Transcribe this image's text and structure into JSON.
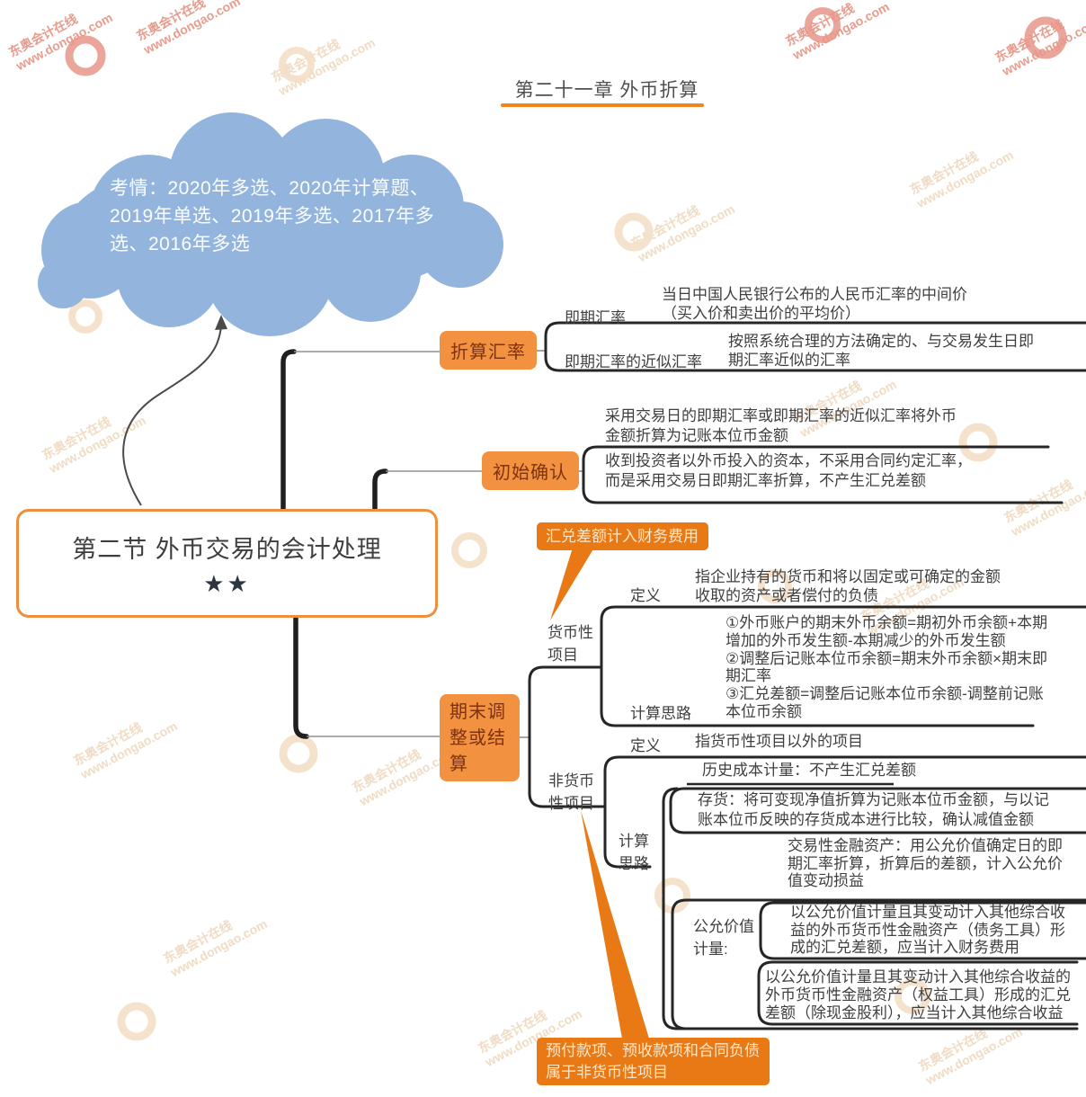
{
  "page": {
    "title": "第二十一章 外币折算"
  },
  "cloud": {
    "text": "考情：2020年多选、2020年计算题、\n2019年单选、2019年多选、2017年多\n选、2016年多选"
  },
  "main_node": {
    "title": "第二节 外币交易的会计处理",
    "stars": "★★"
  },
  "branches": {
    "translation_rate": {
      "label": "折算汇率",
      "spot": {
        "label": "即期汇率",
        "desc": "当日中国人民银行公布的人民币汇率的中间价\n（买入价和卖出价的平均价）"
      },
      "approx": {
        "label": "即期汇率的近似汇率",
        "desc": "按照系统合理的方法确定的、与交易发生日即\n期汇率近似的汇率"
      }
    },
    "initial_recognition": {
      "label": "初始确认",
      "rule1": "采用交易日的即期汇率或即期汇率的近似汇率将外币\n金额折算为记账本位币金额",
      "rule2": "收到投资者以外币投入的资本，不采用合同约定汇率，\n而是采用交易日即期汇率折算，不产生汇兑差额"
    },
    "period_end": {
      "label": "期末调整或结算",
      "monetary": {
        "label": "货币性项目",
        "definition_label": "定义",
        "definition": "指企业持有的货币和将以固定或可确定的金额\n收取的资产或者偿付的负债",
        "calc_label": "计算思路",
        "calc": "①外币账户的期末外币余额=期初外币余额+本期\n增加的外币发生额-本期减少的外币发生额\n②调整后记账本位币余额=期末外币余额×期末即\n期汇率\n③汇兑差额=调整后记账本位币余额-调整前记账\n本位币余额"
      },
      "non_monetary": {
        "label": "非货币性项目",
        "definition_label": "定义",
        "definition": "指货币性项目以外的项目",
        "calc_label": "计算思路",
        "historical_cost": "历史成本计量：不产生汇兑差额",
        "inventory": "存货：将可变现净值折算为记账本位币金额，与以记\n账本位币反映的存货成本进行比较，确认减值金额",
        "trading_asset": "交易性金融资产：用公允价值确定日的即\n期汇率折算，折算后的差额，计入公允价\n值变动损益",
        "fair_value_label": "公允价值计量:",
        "fv_debt": "以公允价值计量且其变动计入其他综合收\n益的外币货币性金融资产（债务工具）形\n成的汇兑差额，应当计入财务费用",
        "fv_equity": "以公允价值计量且其变动计入其他综合收益的\n外币货币性金融资产（权益工具）形成的汇兑\n差额（除现金股利），应当计入其他综合收益"
      }
    }
  },
  "callouts": {
    "monetary_note": "汇兑差额计入财务费用",
    "non_monetary_note": "预付款项、预收款项和合同负债\n属于非货币性项目"
  },
  "watermark": {
    "brand": "东奥会计在线",
    "url": "www.dongao.com",
    "stacked": "东奥会计在线\nwww.dongao.com"
  },
  "colors": {
    "node_orange": "#f29140",
    "node_text": "#7e3310",
    "callout_orange": "#e87915",
    "cloud_blue": "#93b5dd",
    "title_underline": "#f08519",
    "line_dark": "#262626",
    "body_text": "#3f3f3f"
  }
}
